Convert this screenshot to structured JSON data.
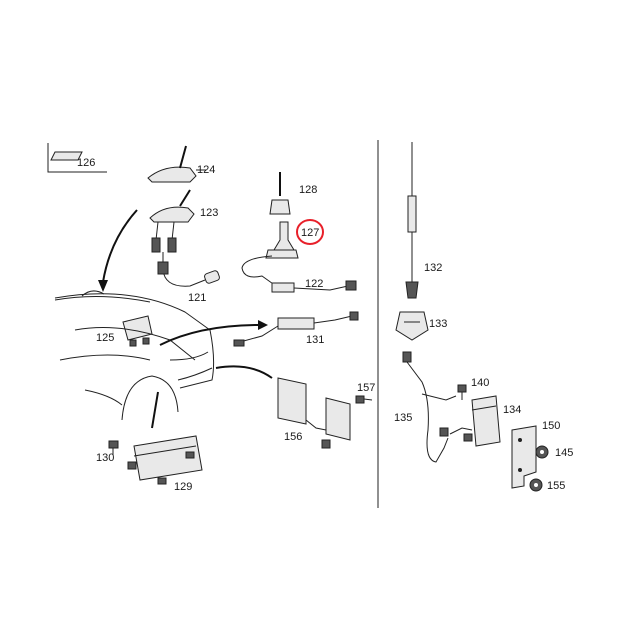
{
  "colors": {
    "line": "#222222",
    "highlight": "#e8202a",
    "background": "#ffffff"
  },
  "highlighted_part": "127",
  "parts": {
    "p126": "126",
    "p124": "124",
    "p123": "123",
    "p128": "128",
    "p127": "127",
    "p121": "121",
    "p122": "122",
    "p125": "125",
    "p131": "131",
    "p157": "157",
    "p156": "156",
    "p130": "130",
    "p129": "129",
    "p132": "132",
    "p133": "133",
    "p140": "140",
    "p134": "134",
    "p135": "135",
    "p150": "150",
    "p145": "145",
    "p155": "155"
  }
}
